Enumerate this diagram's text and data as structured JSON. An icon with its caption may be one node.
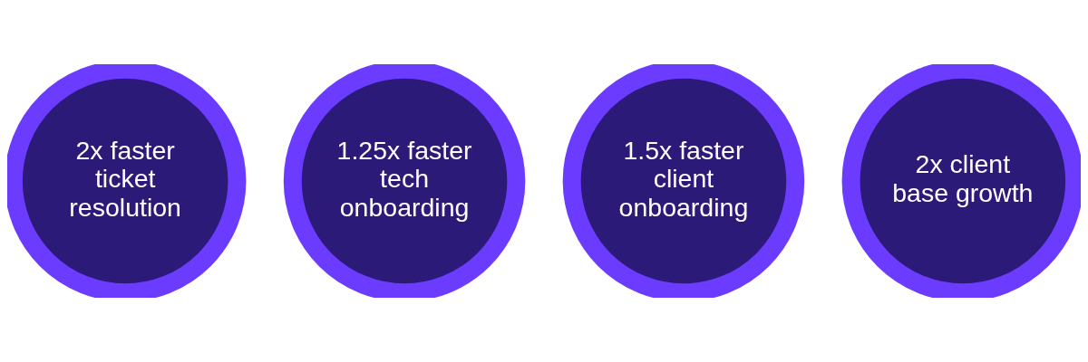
{
  "diagram": {
    "nodes": [
      {
        "text": [
          "2x faster ticket resolution"
        ]
      },
      {
        "text": [
          "1.25x faster tech onboarding"
        ]
      },
      {
        "text": [
          "1.5x faster client onboarding"
        ]
      },
      {
        "text": [
          "2x client base growth"
        ]
      }
    ]
  }
}
